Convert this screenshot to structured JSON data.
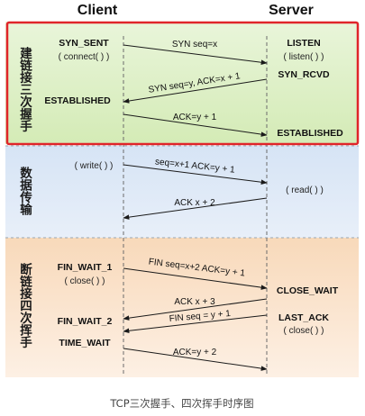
{
  "headers": {
    "client": "Client",
    "server": "Server"
  },
  "phases": {
    "handshake": "建链接三次握手",
    "transfer": "数据传输",
    "teardown": "断链接四次挥手"
  },
  "client_states": {
    "syn_sent": "SYN_SENT",
    "connect": "( connect( ) )",
    "established": "ESTABLISHED",
    "write": "( write( ) )",
    "fin_wait_1": "FIN_WAIT_1",
    "close": "( close( ) )",
    "fin_wait_2": "FIN_WAIT_2",
    "time_wait": "TIME_WAIT"
  },
  "server_states": {
    "listen": "LISTEN",
    "listen_call": "( listen( ) )",
    "syn_rcvd": "SYN_RCVD",
    "established": "ESTABLISHED",
    "read": "( read( ) )",
    "close_wait": "CLOSE_WAIT",
    "last_ack": "LAST_ACK",
    "close": "( close( ) )"
  },
  "messages": {
    "m1": "SYN seq=x",
    "m2": "SYN seq=y, ACK=x + 1",
    "m3": "ACK=y + 1",
    "m4": "seq=x+1 ACK=y + 1",
    "m5": "ACK x + 2",
    "m6": "FIN seq=x+2 ACK=y + 1",
    "m7": "ACK x + 3",
    "m8": "FIN seq = y + 1",
    "m9": "ACK=y + 2"
  },
  "caption": "TCP三次握手、四次挥手时序图",
  "colors": {
    "handshake_bg": "#dff0c8",
    "transfer_bg": "#dde8f6",
    "teardown_bg": "#fbe3cc",
    "highlight_border": "#e0242a",
    "arrow": "#1a1a1a"
  }
}
